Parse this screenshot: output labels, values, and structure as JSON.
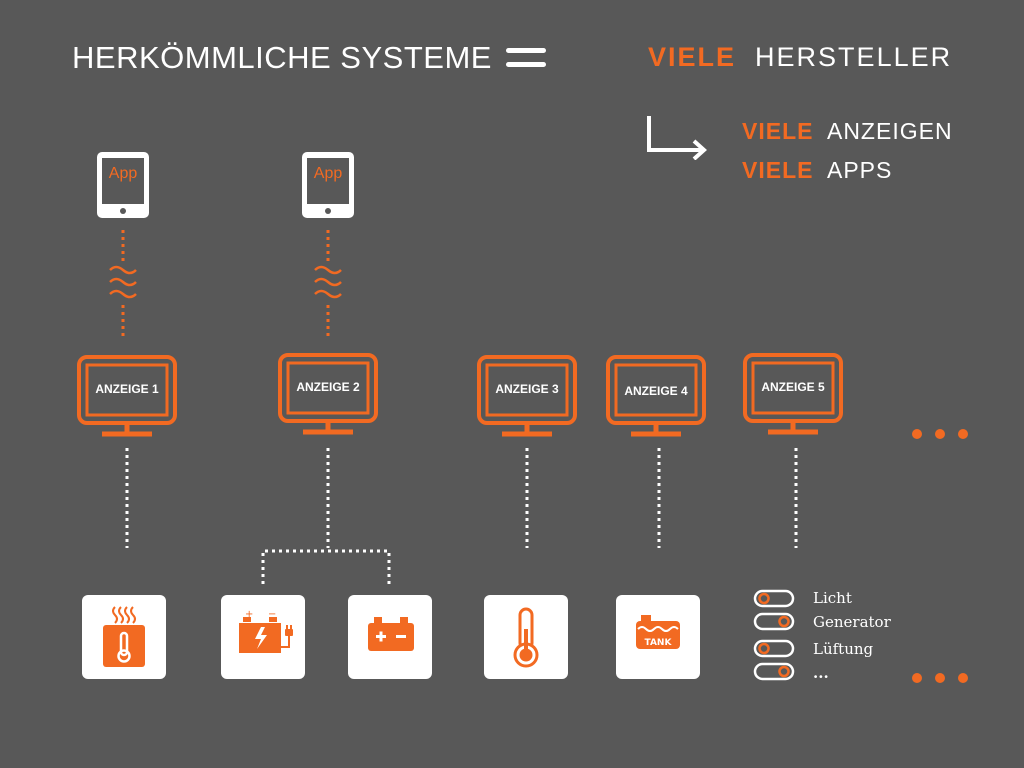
{
  "header": {
    "title": "HERKÖMMLICHE SYSTEME",
    "viele": "VIELE",
    "hersteller": "HERSTELLER",
    "anzeigen": "ANZEIGEN",
    "apps": "APPS"
  },
  "tablets": [
    {
      "label": "App"
    },
    {
      "label": "App"
    }
  ],
  "monitors": [
    {
      "label": "ANZEIGE 1"
    },
    {
      "label": "ANZEIGE 2"
    },
    {
      "label": "ANZEIGE 3"
    },
    {
      "label": "ANZEIGE 4"
    },
    {
      "label": "ANZEIGE 5"
    }
  ],
  "devices": {
    "tank_label": "TANK"
  },
  "toggles": [
    {
      "label": "Licht"
    },
    {
      "label": "Generator"
    },
    {
      "label": "Lüftung"
    },
    {
      "label": "..."
    }
  ],
  "colors": {
    "background": "#585858",
    "accent": "#f26a22",
    "text": "#ffffff"
  }
}
